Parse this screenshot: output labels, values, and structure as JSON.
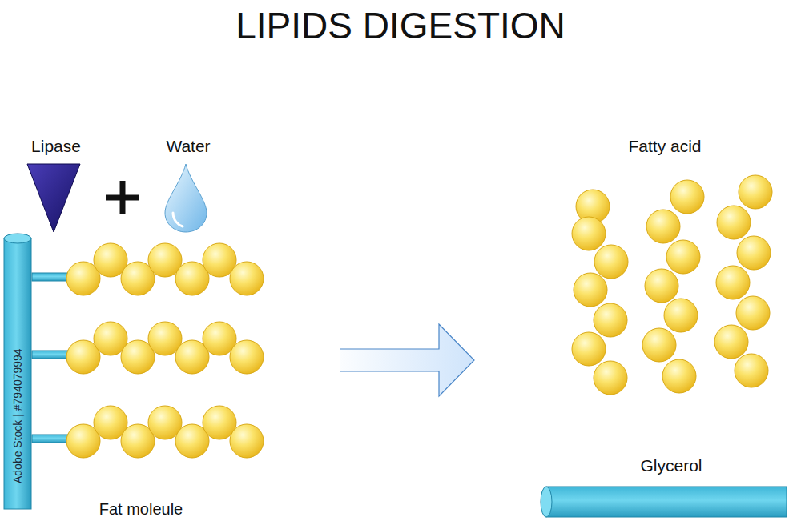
{
  "diagram": {
    "title": "LIPIDS DIGESTION",
    "labels": [
      "Lipase",
      "Water",
      "Fat moleule",
      "Fatty acid",
      "Glycerol",
      "Adobe Stock | #794079994"
    ]
  }
}
